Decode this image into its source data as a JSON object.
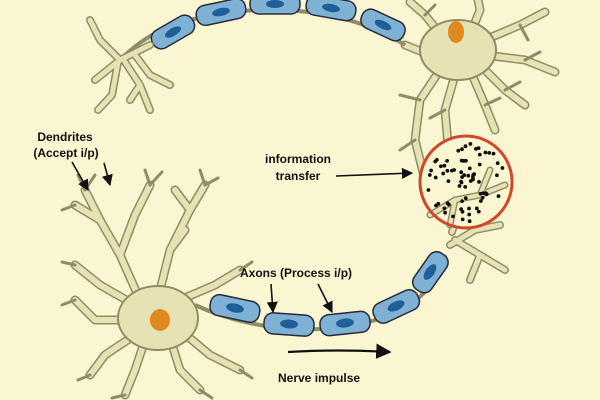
{
  "labels": {
    "dendrites_line1": "Dendrites",
    "dendrites_line2": "(Accept i/p)",
    "info_line1": "information",
    "info_line2": "transfer",
    "axons": "Axons (Process i/p)",
    "nerve_impulse": "Nerve impulse"
  },
  "colors": {
    "background": "#fbf6d2",
    "cell_fill": "#e6e2b4",
    "cell_stroke": "#8f8c66",
    "myelin_fill": "#7fb1d4",
    "myelin_stroke": "#2a2a3a",
    "node": "#1f5f99",
    "nucleus": "#e08a1e",
    "synapse_ring": "#d2462a",
    "text": "#111111"
  }
}
